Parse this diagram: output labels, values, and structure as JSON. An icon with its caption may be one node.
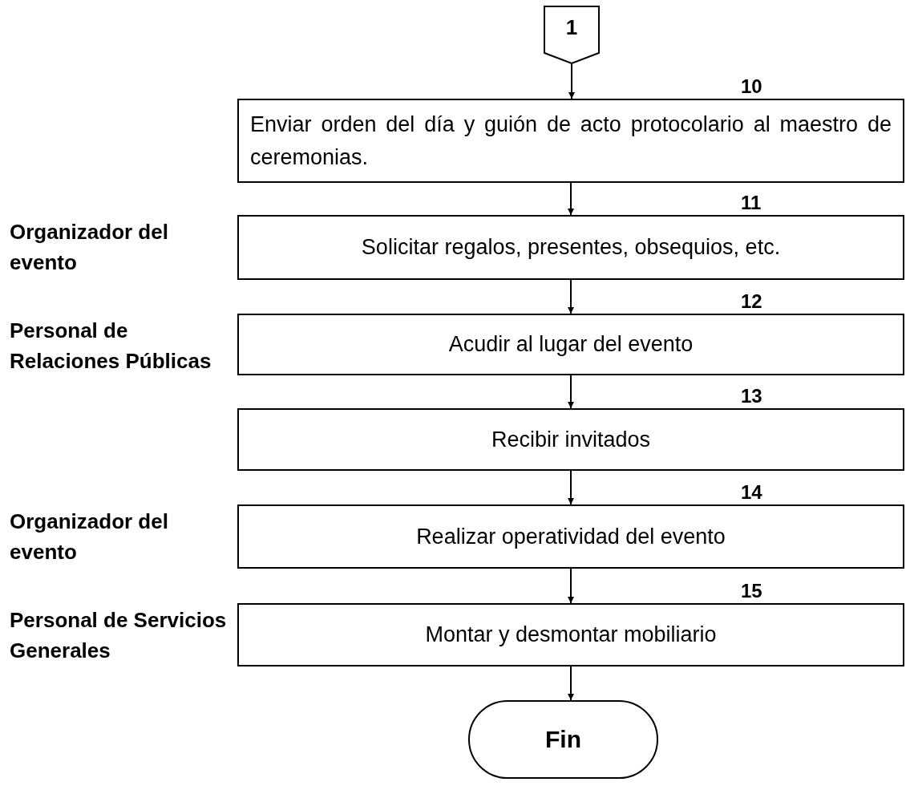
{
  "diagram": {
    "nodes": [
      {
        "text": [
          "1"
        ]
      },
      {
        "text": [
          "Enviar orden del día y guión de acto protocolario al maestro de ceremonias."
        ],
        "beside": [
          "10"
        ]
      },
      {
        "text": [
          "Solicitar regalos, presentes, obsequios, etc."
        ],
        "beside": [
          "11",
          "Organizador del evento"
        ]
      },
      {
        "text": [
          "Acudir al lugar del evento"
        ],
        "beside": [
          "12",
          "Personal de Relaciones Públicas"
        ]
      },
      {
        "text": [
          "Recibir invitados"
        ],
        "beside": [
          "13"
        ]
      },
      {
        "text": [
          "Realizar operatividad del evento"
        ],
        "beside": [
          "14",
          "Organizador del evento"
        ]
      },
      {
        "text": [
          "Montar y desmontar mobiliario"
        ],
        "beside": [
          "15",
          "Personal de Servicios Generales"
        ]
      },
      {
        "text": [
          "Fin"
        ]
      }
    ],
    "edges": [
      {
        "from": 0,
        "to": 1,
        "arrow": "to"
      },
      {
        "from": 1,
        "to": 2,
        "arrow": "to"
      },
      {
        "from": 2,
        "to": 3,
        "arrow": "to"
      },
      {
        "from": 3,
        "to": 4,
        "arrow": "to"
      },
      {
        "from": 4,
        "to": 5,
        "arrow": "to"
      },
      {
        "from": 5,
        "to": 6,
        "arrow": "to"
      },
      {
        "from": 6,
        "to": 7,
        "arrow": "to"
      }
    ]
  }
}
